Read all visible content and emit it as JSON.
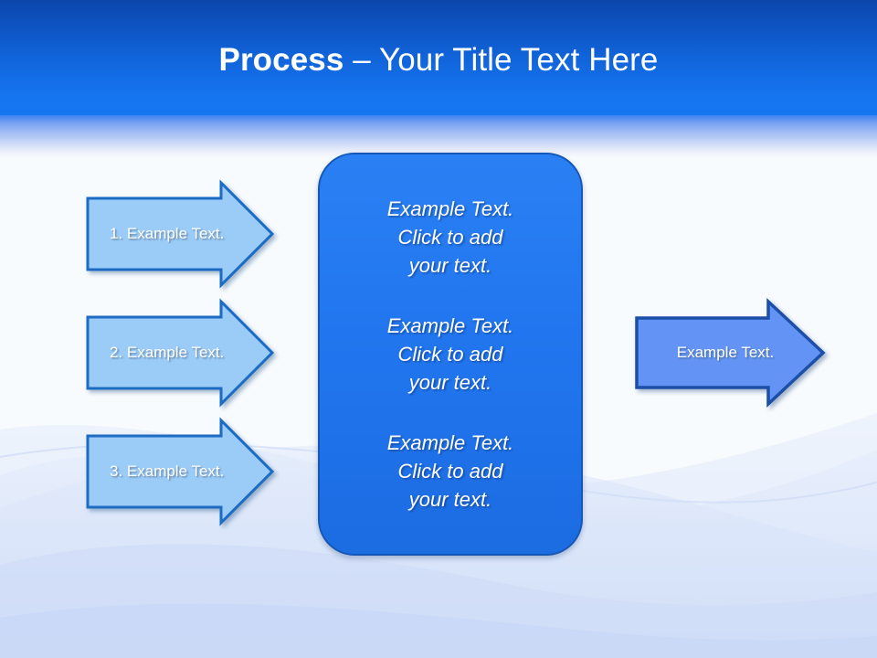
{
  "slide": {
    "title": {
      "bold_part": "Process",
      "rest_part": " – Your Title Text Here",
      "full": "Process – Your Title Text Here"
    },
    "colors": {
      "header_top": "#0c46ac",
      "header_bottom": "#1677f2",
      "center_box_fill": "#2176ef",
      "center_box_border": "#1457b4",
      "left_arrow_fill": "#9bcbf7",
      "left_arrow_border": "#1b6cc4",
      "right_arrow_fill": "#6494f5",
      "right_arrow_border": "#1b4fa8",
      "background": "#f7fafd",
      "text": "#ffffff"
    },
    "left_arrows": [
      {
        "label": "1. Example Text."
      },
      {
        "label": "2. Example Text."
      },
      {
        "label": "3. Example Text."
      }
    ],
    "center_blocks": [
      {
        "text": "Example Text.\nClick  to add\nyour text."
      },
      {
        "text": "Example Text.\nClick  to add\nyour text."
      },
      {
        "text": "Example Text.\nClick  to add\nyour text."
      }
    ],
    "right_arrow": {
      "label": "Example Text."
    }
  }
}
